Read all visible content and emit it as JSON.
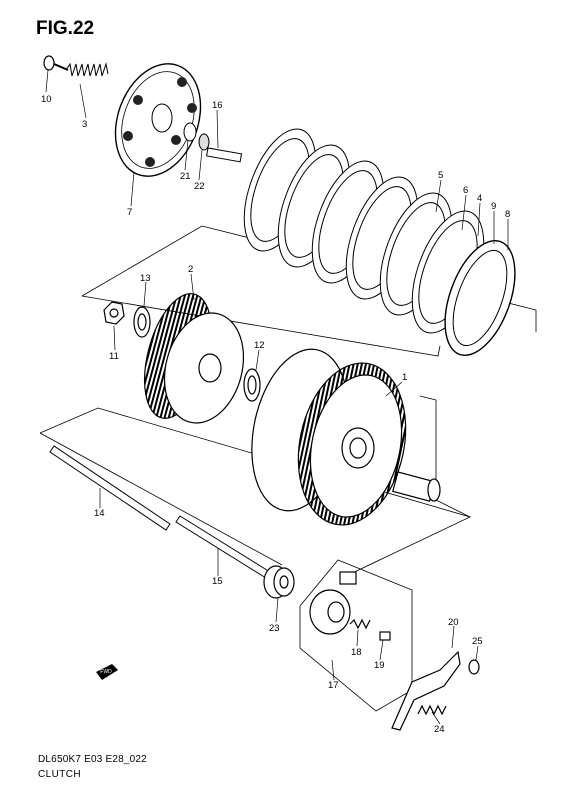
{
  "figure": {
    "title": "FIG.22",
    "model_code": "DL650K7 E03 E28_022",
    "caption": "CLUTCH"
  },
  "callouts": {
    "c1": "1",
    "c2": "2",
    "c3": "3",
    "c4": "4",
    "c5": "5",
    "c6": "6",
    "c7": "7",
    "c8": "8",
    "c9": "9",
    "c10": "10",
    "c11": "11",
    "c12": "12",
    "c13": "13",
    "c14": "14",
    "c15": "15",
    "c16": "16",
    "c17": "17",
    "c18": "18",
    "c19": "19",
    "c20": "20",
    "c21": "21",
    "c22": "22",
    "c23": "23",
    "c24": "24",
    "c25": "25"
  },
  "fwd_badge": "FWD"
}
